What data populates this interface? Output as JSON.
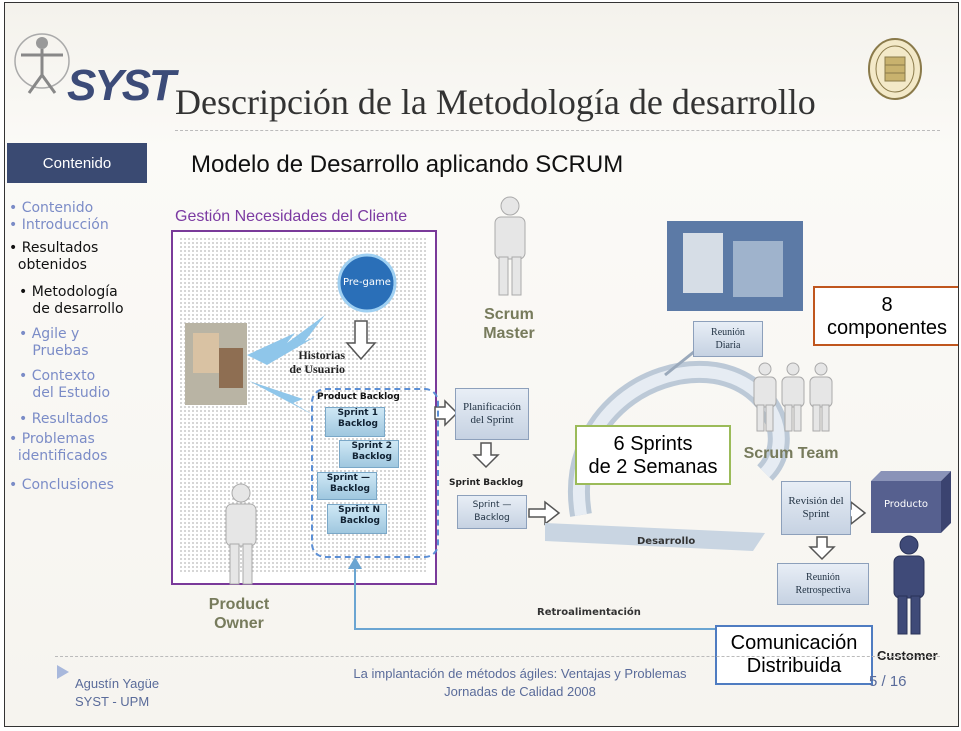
{
  "header": {
    "logo": "SYST",
    "title": "Descripción de la Metodología de desarrollo"
  },
  "sidebar": {
    "heading": "Contenido",
    "items": [
      {
        "label": "Contenido"
      },
      {
        "label": "Introducción"
      },
      {
        "label": "Resultados"
      },
      {
        "label": "obtenidos"
      },
      {
        "label": "Metodología"
      },
      {
        "label": "de desarrollo"
      },
      {
        "label": "Agile y"
      },
      {
        "label": "Pruebas"
      },
      {
        "label": "Contexto"
      },
      {
        "label": "del Estudio"
      },
      {
        "label": "Resultados"
      },
      {
        "label": "Problemas"
      },
      {
        "label": "identificados"
      },
      {
        "label": "Conclusiones"
      }
    ]
  },
  "main": {
    "subtitle": "Modelo de Desarrollo aplicando SCRUM",
    "client_label": "Gestión Necesidades del Cliente"
  },
  "diagram": {
    "pregame": "Pre-game",
    "historias_1": "Historias",
    "historias_2": "de Usuario",
    "product_backlog": "Product Backlog",
    "sprint1": "Sprint 1",
    "sprint2": "Sprint 2",
    "sprint_dash": "Sprint —",
    "sprintn": "Sprint N",
    "backlog": "Backlog",
    "planificacion_1": "Planificación",
    "planificacion_2": "del Sprint",
    "sprint_backlog_title": "Sprint Backlog",
    "sprint_backlog_box": "Sprint — Backlog",
    "reunion_diaria_1": "Reunión",
    "reunion_diaria_2": "Diaria",
    "desarrollo": "Desarrollo",
    "revision_1": "Revisión del",
    "revision_2": "Sprint",
    "producto": "Producto",
    "retro_1": "Reunión",
    "retro_2": "Retrospectiva",
    "retroalimentacion": "Retroalimentación",
    "scrum_master_1": "Scrum",
    "scrum_master_2": "Master",
    "scrum_team": "Scrum Team",
    "product_owner_1": "Product",
    "product_owner_2": "Owner",
    "customer": "Customer",
    "callout_componentes_1": "8",
    "callout_componentes_2": "componentes",
    "callout_sprints_1": "6 Sprints",
    "callout_sprints_2": "de 2 Semanas",
    "callout_comunicacion_1": "Comunicación",
    "callout_comunicacion_2": "Distribuida"
  },
  "footer": {
    "author": "Agustín Yagüe",
    "org": "SYST - UPM",
    "talk": "La implantación de métodos ágiles: Ventajas y Problemas",
    "event": "Jornadas de Calidad 2008",
    "page": "5 / 16"
  },
  "colors": {
    "sidebar": "#3a4a72",
    "purple": "#7a3a9a",
    "accent_orange": "#c0561e",
    "accent_olive": "#9bbb59",
    "callout_blue": "#4f7cc1"
  }
}
